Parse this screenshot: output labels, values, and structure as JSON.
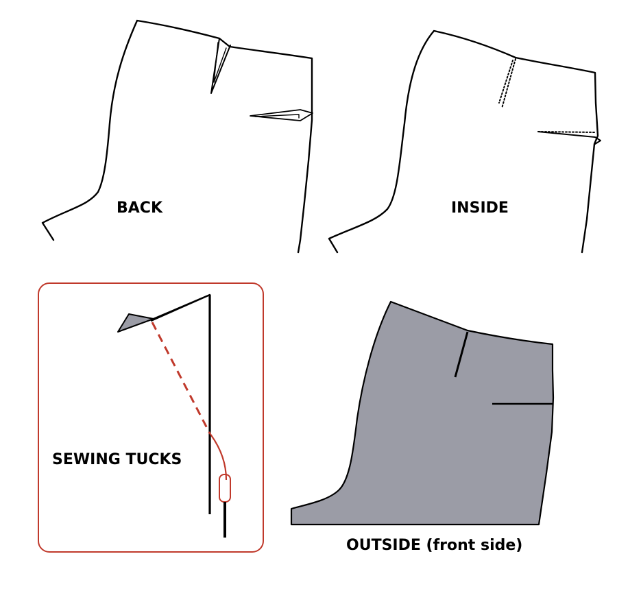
{
  "labels": {
    "back": "BACK",
    "inside": "INSIDE",
    "sewing_tucks": "SEWING TUCKS",
    "outside": "OUTSIDE (front side)"
  },
  "colors": {
    "line": "#000000",
    "highlight_frame": "#c0392b",
    "stitch": "#c0392b",
    "fabric_fill": "#9b9ca6",
    "fabric_shadow": "#b9b9c2"
  }
}
